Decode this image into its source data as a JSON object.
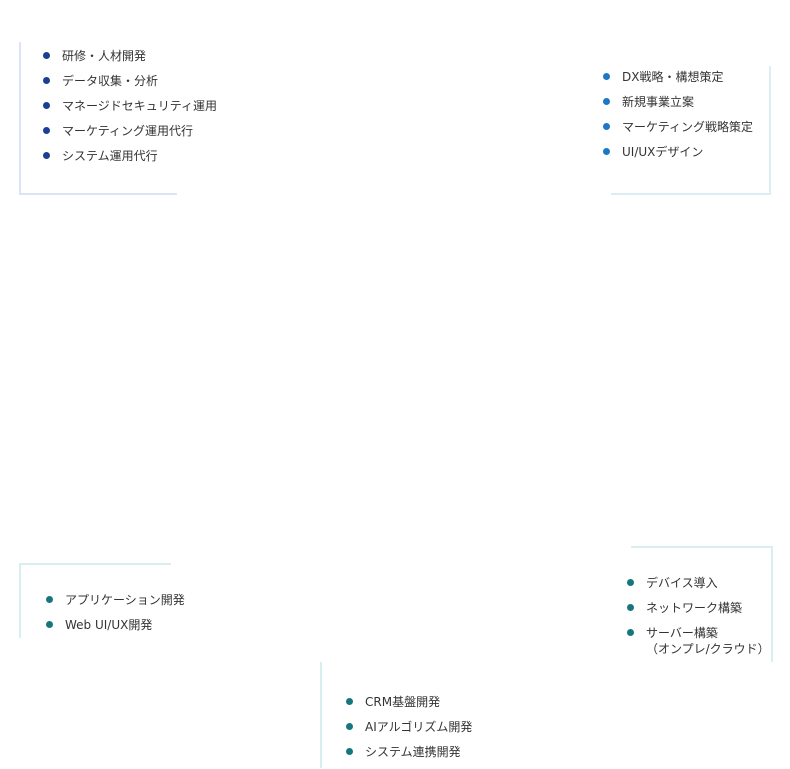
{
  "groups": {
    "top_left": {
      "color": "#1b3f95",
      "items": [
        "研修・人材開発",
        "データ収集・分析",
        "マネージドセキュリティ運用",
        "マーケティング運用代行",
        "システム運用代行"
      ]
    },
    "top_right": {
      "color": "#1c78c7",
      "items": [
        "DX戦略・構想策定",
        "新規事業立案",
        "マーケティング戦略策定",
        "UI/UXデザイン"
      ]
    },
    "bottom_left": {
      "color": "#15777d",
      "items": [
        "アプリケーション開発",
        "Web UI/UX開発"
      ]
    },
    "bottom_right": {
      "color": "#15777d",
      "items": [
        "デバイス導入",
        "ネットワーク構築",
        "サーバー構築",
        "（オンプレ/クラウド）"
      ]
    },
    "bottom_center": {
      "color": "#15777d",
      "items": [
        "CRM基盤開発",
        "AIアルゴリズム開発",
        "システム連携開発"
      ]
    }
  }
}
